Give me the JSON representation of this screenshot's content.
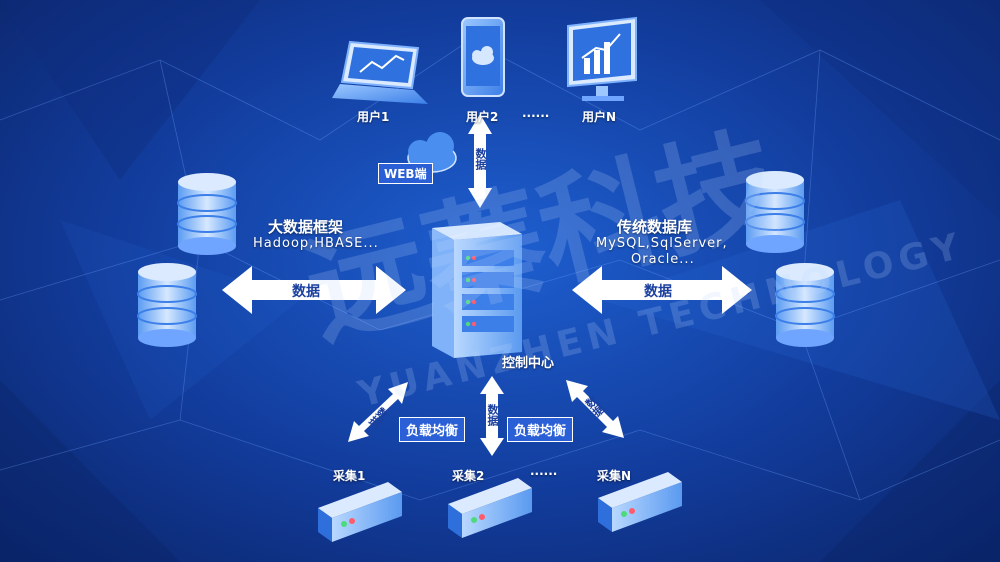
{
  "watermark": {
    "brand_cn": "远蓁科技",
    "brand_en": "YUANZHEN TECHNOLOGY"
  },
  "users": {
    "user1": "用户1",
    "user2": "用户2",
    "dots": "......",
    "userN": "用户N"
  },
  "web": {
    "label": "WEB端",
    "arrow_text": "数据"
  },
  "left": {
    "title": "大数据框架",
    "subtitle": "Hadoop,HBASE...",
    "arrow_text": "数据"
  },
  "right": {
    "title": "传统数据库",
    "subtitle": "MySQL,SqlServer,",
    "subtitle2": "Oracle...",
    "arrow_text": "数据"
  },
  "center": {
    "label": "控制中心"
  },
  "bottom": {
    "left_arrow_text": "数据",
    "mid_arrow_text": "数据",
    "right_arrow_text": "数据",
    "lb_left": "负载均衡",
    "lb_right": "负载均衡",
    "c1": "采集1",
    "c2": "采集2",
    "dots": "......",
    "cN": "采集N"
  },
  "colors": {
    "accent": "#2a5fd6",
    "bg_dark": "#0b2468",
    "bg_light": "#1e5fd0",
    "device": "#4a8ff0"
  }
}
